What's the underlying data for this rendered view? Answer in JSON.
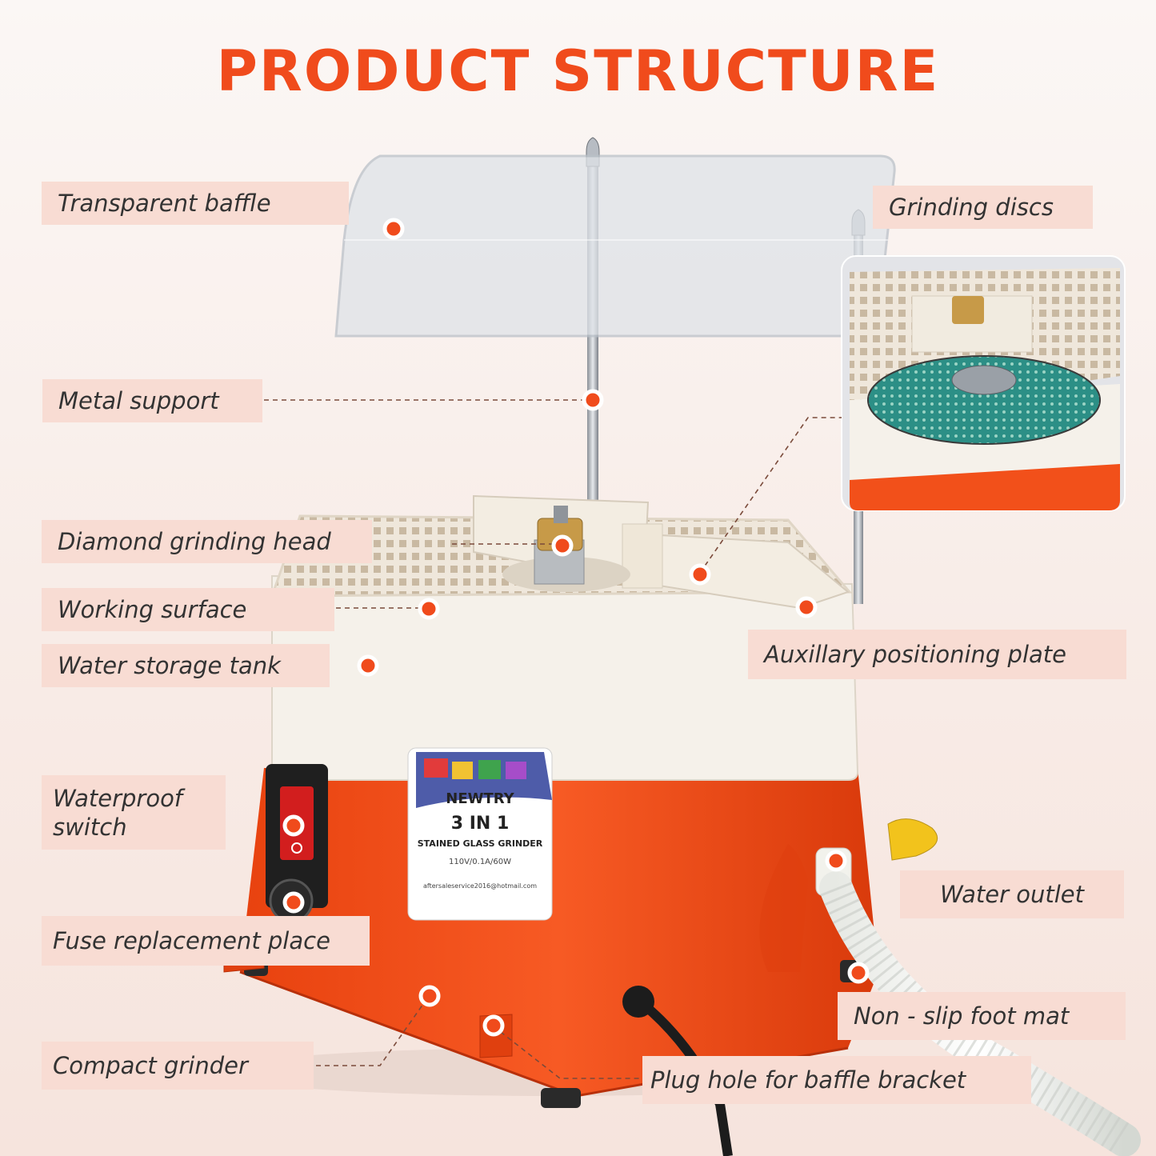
{
  "header": {
    "title": "PRODUCT STRUCTURE"
  },
  "device_label": {
    "brand": "NEWTRY",
    "model": "3 IN 1",
    "product": "STAINED GLASS GRINDER",
    "specs": "110V/0.1A/60W",
    "email": "aftersaleservice2016@hotmail.com"
  },
  "labels": {
    "transparent_baffle": "Transparent baffle",
    "grinding_discs": "Grinding discs",
    "metal_support": "Metal support",
    "diamond_grinding_head": "Diamond grinding head",
    "working_surface": "Working surface",
    "water_storage_tank": "Water storage tank",
    "auxiliary_positioning_plate": "Auxillary positioning plate",
    "waterproof_switch_line1": "Waterproof",
    "waterproof_switch_line2": "switch",
    "water_outlet": "Water outlet",
    "fuse_replacement_place": "Fuse replacement place",
    "non_slip_foot_mat": "Non - slip foot mat",
    "compact_grinder": "Compact grinder",
    "plug_hole": "Plug hole for baffle bracket"
  },
  "colors": {
    "accent": "#f04b1c",
    "label_bg": "#f8dcd3",
    "body_orange": "#f2501a",
    "lid_white": "#f3efe8"
  }
}
